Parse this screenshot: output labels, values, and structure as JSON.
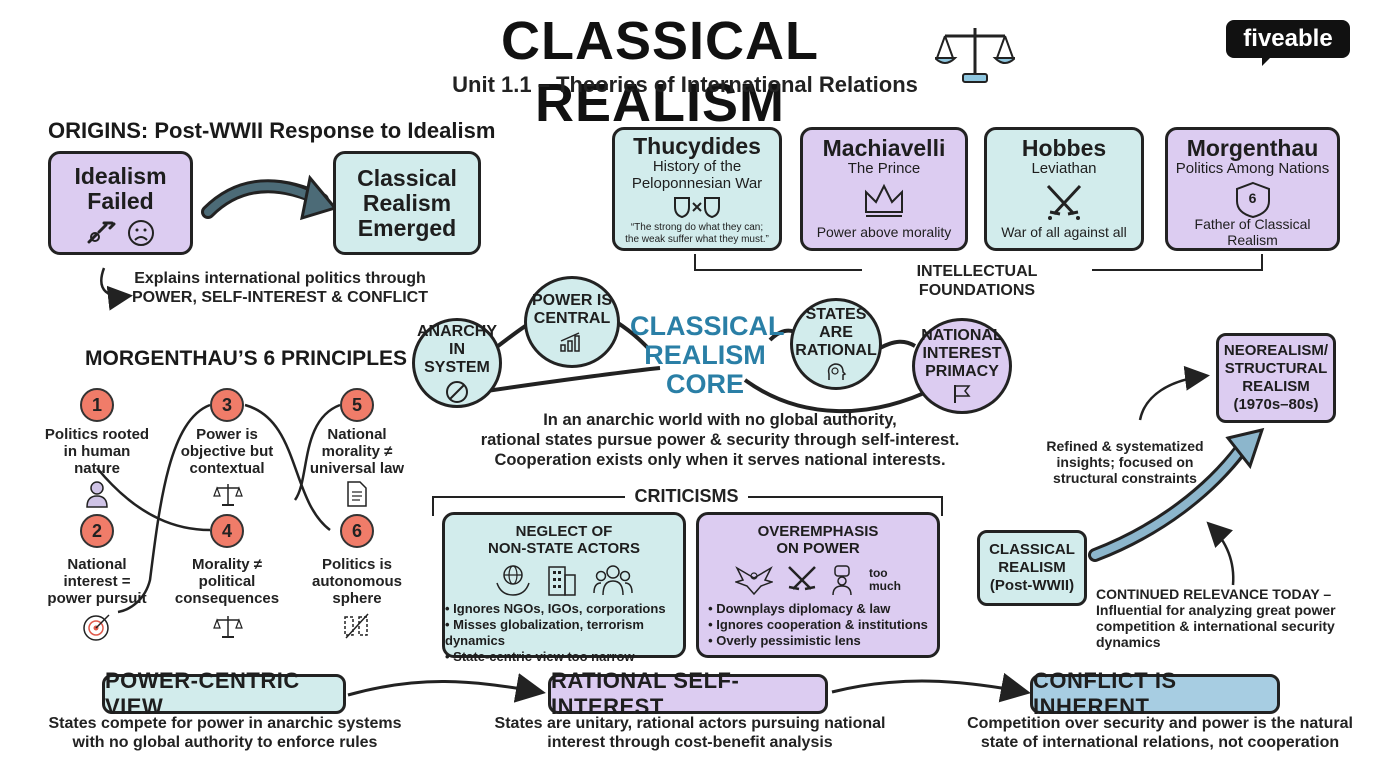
{
  "header": {
    "title": "CLASSICAL REALISM",
    "subtitle": "Unit 1.1 – Theories of International Relations",
    "logo": "fiveable",
    "scale_icon": "balance-scale-icon"
  },
  "origins": {
    "heading": "ORIGINS: Post-WWII Response to Idealism",
    "failed_line1": "Idealism",
    "failed_line2": "Failed",
    "emerged_line1": "Classical",
    "emerged_line2": "Realism",
    "emerged_line3": "Emerged",
    "explain_line1": "Explains international politics through",
    "explain_line2": "POWER, SELF-INTEREST & CONFLICT"
  },
  "thinkers": [
    {
      "name": "Thucydides",
      "work_line1": "History of the",
      "work_line2": "Peloponnesian War",
      "note_line1": "“The strong do what they can;",
      "note_line2": "the weak suffer what they must.”",
      "icon": "shields-icon"
    },
    {
      "name": "Machiavelli",
      "work_line1": "The Prince",
      "note_line1": "Power above morality",
      "icon": "crown-icon"
    },
    {
      "name": "Hobbes",
      "work_line1": "Leviathan",
      "note_line1": "War of all against all",
      "icon": "crossed-swords-icon"
    },
    {
      "name": "Morgenthau",
      "work_line1": "Politics Among Nations",
      "note_line1": "Father of Classical Realism",
      "badge": "6",
      "icon": "badge-icon"
    }
  ],
  "foundations_label": "INTELLECTUAL FOUNDATIONS",
  "core": {
    "title_line1": "CLASSICAL",
    "title_line2": "REALISM",
    "title_line3": "CORE",
    "anarchy_line1": "ANARCHY",
    "anarchy_line2": "IN SYSTEM",
    "power_line1": "POWER IS",
    "power_line2": "CENTRAL",
    "rational_line1": "STATES",
    "rational_line2": "ARE",
    "rational_line3": "RATIONAL",
    "interest_line1": "NATIONAL",
    "interest_line2": "INTEREST",
    "interest_line3": "PRIMACY",
    "summary_line1": "In an anarchic world with no global authority,",
    "summary_line2": "rational states pursue power & security through self-interest.",
    "summary_line3": "Cooperation exists only when it serves national interests."
  },
  "principles": {
    "heading": "MORGENTHAU’S 6 PRINCIPLES",
    "items": [
      {
        "num": "1",
        "line1": "Politics rooted",
        "line2": "in human",
        "line3": "nature",
        "icon": "person-icon"
      },
      {
        "num": "2",
        "line1": "National",
        "line2": "interest =",
        "line3": "power pursuit",
        "icon": "target-icon"
      },
      {
        "num": "3",
        "line1": "Power is",
        "line2": "objective but",
        "line3": "contextual",
        "icon": "scale-icon"
      },
      {
        "num": "4",
        "line1": "Morality ≠",
        "line2": "political",
        "line3": "consequences",
        "icon": "scale-icon"
      },
      {
        "num": "5",
        "line1": "National",
        "line2": "morality ≠",
        "line3": "universal law",
        "icon": "document-icon"
      },
      {
        "num": "6",
        "line1": "Politics is",
        "line2": "autonomous",
        "line3": "sphere",
        "icon": "autonomy-icon"
      }
    ]
  },
  "criticisms": {
    "heading": "CRITICISMS",
    "left": {
      "title_line1": "NEGLECT OF",
      "title_line2": "NON-STATE ACTORS",
      "items": [
        "Ignores NGOs, IGOs, corporations",
        "Misses globalization, terrorism dynamics",
        "State-centric view too narrow"
      ]
    },
    "right": {
      "title_line1": "OVEREMPHASIS",
      "title_line2": "ON POWER",
      "too_much_line1": "too",
      "too_much_line2": "much",
      "items": [
        "Downplays diplomacy & law",
        "Ignores cooperation & institutions",
        "Overly pessimistic lens"
      ]
    }
  },
  "evolution": {
    "classical_line1": "CLASSICAL",
    "classical_line2": "REALISM",
    "classical_line3": "(Post-WWII)",
    "neo_line1": "NEOREALISM/",
    "neo_line2": "STRUCTURAL",
    "neo_line3": "REALISM",
    "neo_line4": "(1970s–80s)",
    "refined_line1": "Refined & systematized",
    "refined_line2": "insights; focused on",
    "refined_line3": "structural constraints",
    "relevance_line1": "CONTINUED RELEVANCE TODAY –",
    "relevance_line2": "Influential for analyzing great power",
    "relevance_line3": "competition & international security",
    "relevance_line4": "dynamics"
  },
  "bottom": [
    {
      "label": "POWER-CENTRIC VIEW",
      "desc_line1": "States compete for power in anarchic systems",
      "desc_line2": "with no global authority to enforce rules"
    },
    {
      "label": "RATIONAL SELF-INTEREST",
      "desc_line1": "States are unitary, rational actors pursuing national",
      "desc_line2": "interest through cost-benefit analysis"
    },
    {
      "label": "CONFLICT IS INHERENT",
      "desc_line1": "Competition over security and power is the natural",
      "desc_line2": "state of international relations, not cooperation"
    }
  ],
  "colors": {
    "purple": "#dcccf1",
    "teal": "#d2ecec",
    "accent_blue": "#2a7fa6",
    "salmon": "#f07c69",
    "conflict_blue": "#a7cde2"
  }
}
